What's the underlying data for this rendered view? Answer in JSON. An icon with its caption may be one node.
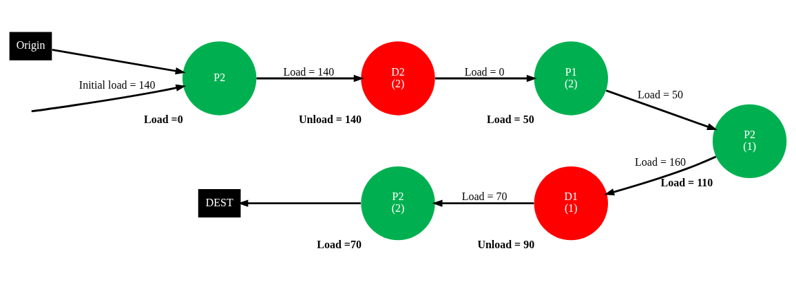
{
  "diagram": {
    "nodes": [
      {
        "text": [
          "Origin"
        ]
      },
      {
        "text": [
          "P2"
        ],
        "beside": [
          "Load =0"
        ]
      },
      {
        "text": [
          "D2",
          "(2)"
        ],
        "beside": [
          "Unload = 140"
        ]
      },
      {
        "text": [
          "P1",
          "(2)"
        ],
        "beside": [
          "Load = 50"
        ]
      },
      {
        "text": [
          "P2",
          "(1)"
        ],
        "beside": [
          "Load = 110"
        ]
      },
      {
        "text": [
          "D1",
          "(1)"
        ],
        "beside": [
          "Unload = 90"
        ]
      },
      {
        "text": [
          "P2",
          "(2)"
        ],
        "beside": [
          "Load =70"
        ]
      },
      {
        "text": [
          "DEST"
        ]
      }
    ],
    "edges": [
      {
        "from": 0,
        "to": 1,
        "arrow": "to"
      },
      {
        "from": null,
        "to": 1,
        "arrow": "to",
        "label": "Initial load = 140"
      },
      {
        "from": 1,
        "to": 2,
        "arrow": "to",
        "label": "Load = 140"
      },
      {
        "from": 2,
        "to": 3,
        "arrow": "to",
        "label": "Load = 0"
      },
      {
        "from": 3,
        "to": 4,
        "arrow": "to",
        "label": "Load = 50"
      },
      {
        "from": 4,
        "to": 5,
        "arrow": "to",
        "label": "Load = 160"
      },
      {
        "from": 5,
        "to": 6,
        "arrow": "to",
        "label": "Load = 70"
      },
      {
        "from": 6,
        "to": 7,
        "arrow": "to"
      }
    ]
  }
}
